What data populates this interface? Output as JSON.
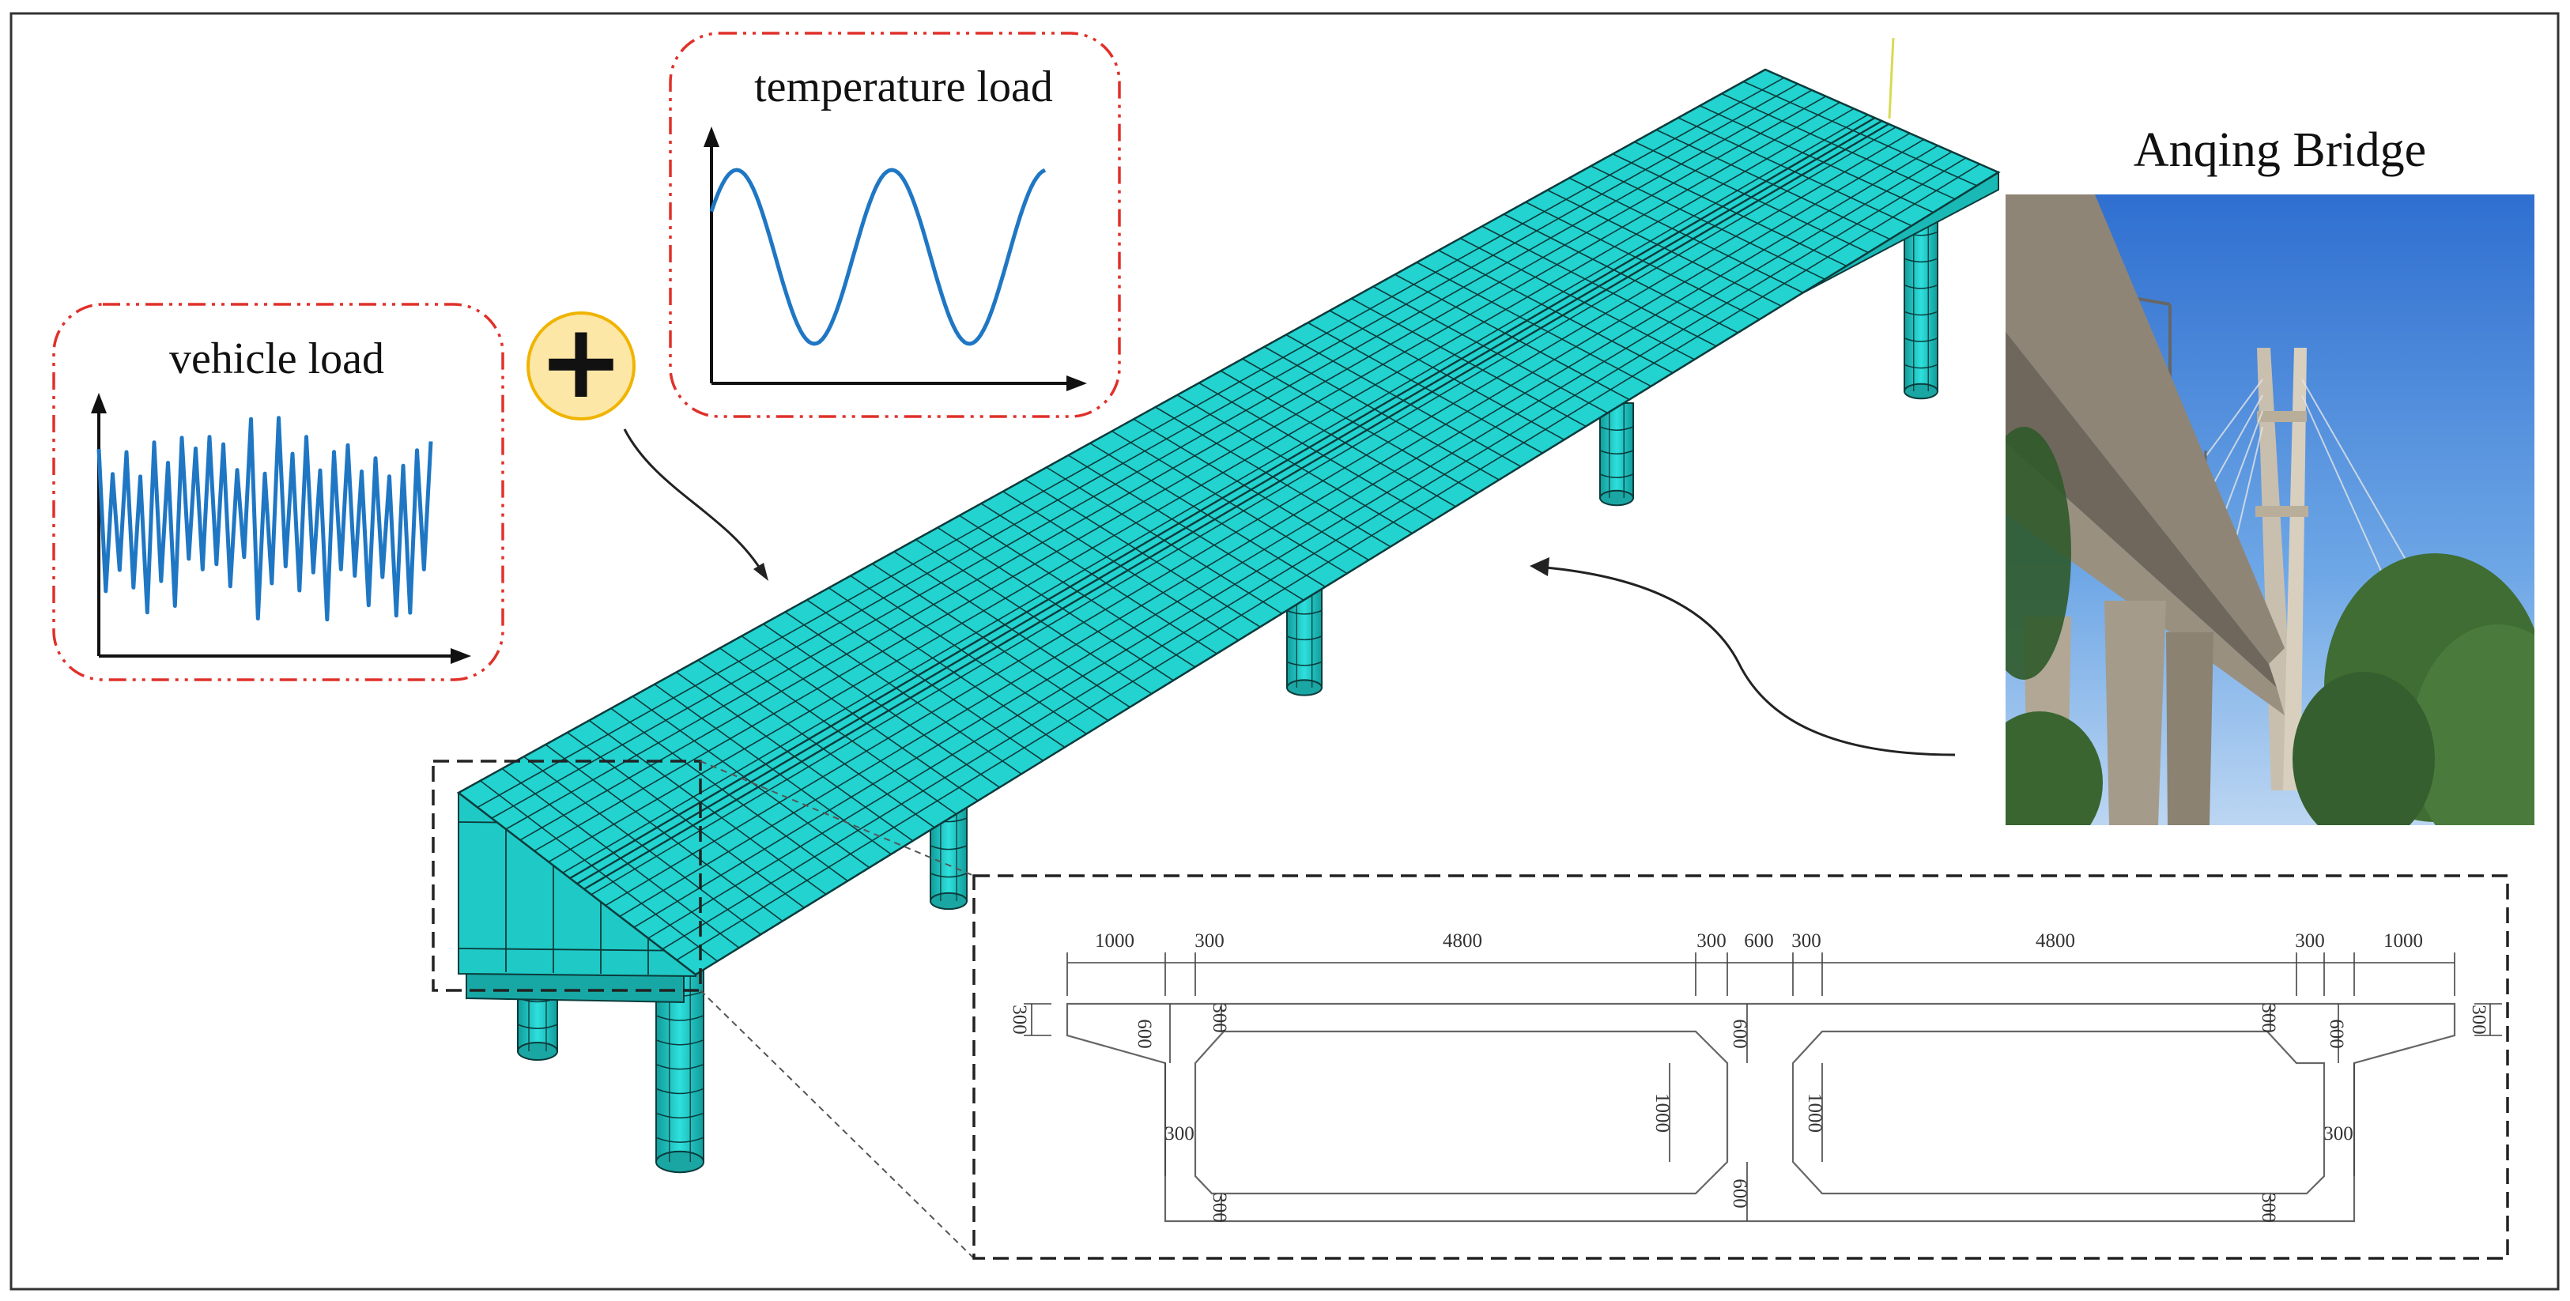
{
  "panels": {
    "vehicle_load": {
      "title": "vehicle load",
      "frame_color": "#e0302a",
      "curve_color": "#1f77c4"
    },
    "temperature_load": {
      "title": "temperature load",
      "frame_color": "#e0302a",
      "curve_color": "#1f77c4"
    },
    "plus_badge": {
      "glyph": "+",
      "fill": "#fde7a6",
      "stroke": "#f0b400"
    }
  },
  "bridge_model": {
    "mesh_color": "#22d3d0",
    "edge_color": "#0b3b3b"
  },
  "photo": {
    "title": "Anqing Bridge"
  },
  "cross_section": {
    "top_dims": [
      "1000",
      "300",
      "4800",
      "300",
      "600",
      "300",
      "4800",
      "300",
      "1000"
    ],
    "vertical_dims": {
      "left_flange_tip": "300",
      "left_web_haunch": "600",
      "left_top_slab": "300",
      "left_web_side": "300",
      "left_bottom_slab": "300",
      "center_top": "600",
      "center_bottom": "600",
      "left_cell_height": "1000",
      "right_cell_height": "1000",
      "right_top_slab": "300",
      "right_web_haunch": "600",
      "right_flange_tip": "300",
      "right_web_side": "300",
      "right_bottom_slab": "300"
    }
  },
  "colors": {
    "arrow": "#222222",
    "zoom_box": "#222222"
  }
}
